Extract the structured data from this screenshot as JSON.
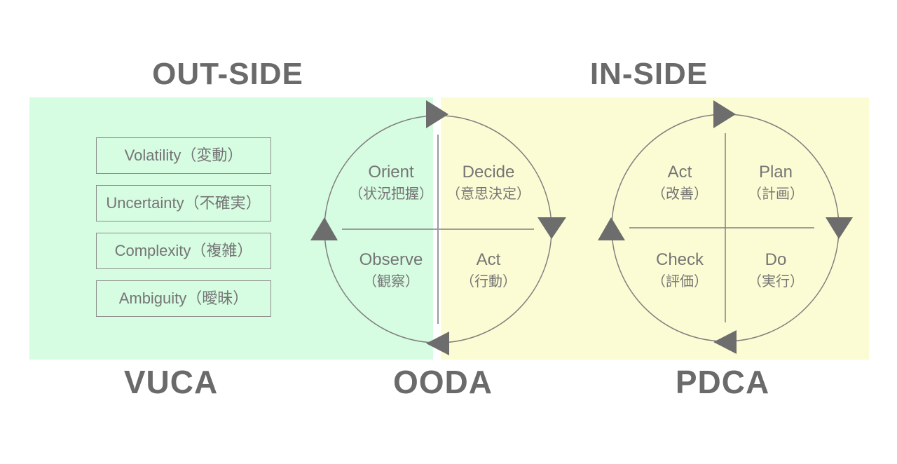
{
  "diagram": {
    "headers": {
      "outside": "OUT-SIDE",
      "inside": "IN-SIDE"
    },
    "footers": {
      "vuca": "VUCA",
      "ooda": "OODA",
      "pdca": "PDCA"
    }
  },
  "vuca": {
    "items": [
      {
        "label": "Volatility（変動）"
      },
      {
        "label": "Uncertainty（不確実）"
      },
      {
        "label": "Complexity（複雑）"
      },
      {
        "label": "Ambiguity（曖昧）"
      }
    ]
  },
  "ooda": {
    "quadrants": [
      {
        "en": "Orient",
        "ja": "（状況把握）"
      },
      {
        "en": "Decide",
        "ja": "（意思決定）"
      },
      {
        "en": "Observe",
        "ja": "（観察）"
      },
      {
        "en": "Act",
        "ja": "（行動）"
      }
    ],
    "rotation": "clockwise"
  },
  "pdca": {
    "quadrants": [
      {
        "en": "Act",
        "ja": "（改善）"
      },
      {
        "en": "Plan",
        "ja": "（計画）"
      },
      {
        "en": "Check",
        "ja": "（評価）"
      },
      {
        "en": "Do",
        "ja": "（実行）"
      }
    ],
    "rotation": "clockwise"
  },
  "colors": {
    "outside_bg": "#d6fce2",
    "inside_bg": "#fcfcd4",
    "heading_text": "#6a6a6a",
    "label_text": "#757575",
    "circle_line": "#808080",
    "arrow": "#6d6d6d"
  }
}
